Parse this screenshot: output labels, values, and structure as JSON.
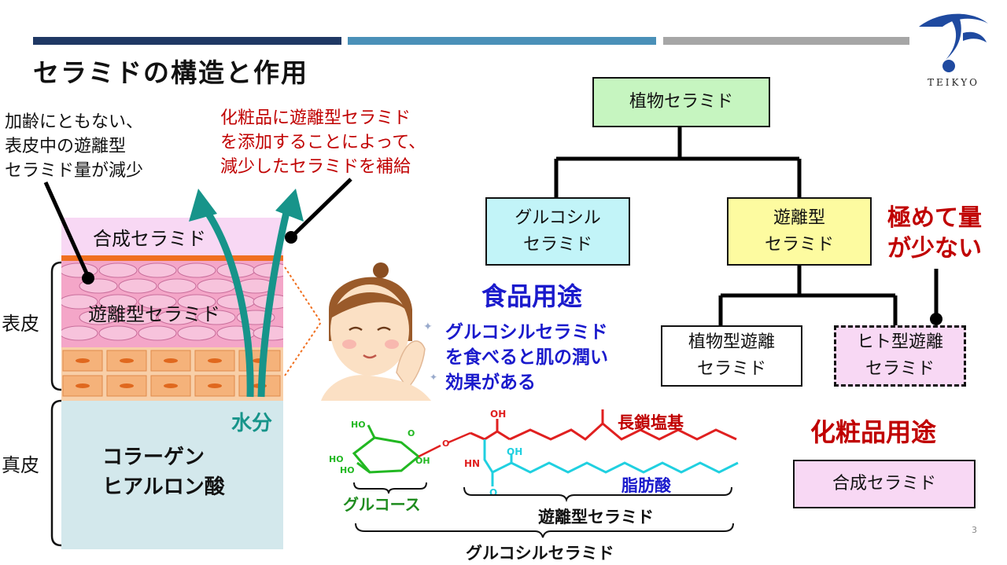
{
  "slide": {
    "title": "セラミドの構造と作用",
    "page_number": "3",
    "logo_text": "TEIKYO"
  },
  "colors": {
    "bar1": "#1f3864",
    "bar2": "#4a90b8",
    "bar3": "#a6a6a6",
    "teal_arrow": "#17948a",
    "red_text": "#c00000",
    "blue_text": "#1a1acc",
    "green_text": "#1e8c1e"
  },
  "notes": {
    "aging": "加齢にともない、\n表皮中の遊離型\nセラミド量が減少",
    "cosmetic": "化粧品に遊離型セラミド\nを添加することによって、\n減少したセラミドを補給"
  },
  "skin": {
    "synthetic_layer": "合成セラミド",
    "free_layer": "遊離型セラミド",
    "epidermis": "表皮",
    "dermis": "真皮",
    "water": "水分",
    "dermis_content": "コラーゲン\nヒアルロン酸"
  },
  "food": {
    "heading": "食品用途",
    "description": "グルコシルセラミド\nを食べると肌の潤い\n効果がある"
  },
  "tree": {
    "root": "植物セラミド",
    "gluco": "グルコシル\nセラミド",
    "free": "遊離型\nセラミド",
    "plant_free": "植物型遊離\nセラミド",
    "human_free": "ヒト型遊離\nセラミド",
    "rare": "極めて量\nが少ない"
  },
  "cosmetic_use": {
    "heading": "化粧品用途",
    "box": "合成セラミド"
  },
  "molecule": {
    "long_chain": "長鎖塩基",
    "fatty_acid": "脂肪酸",
    "glucose": "グルコース",
    "free_ceramide": "遊離型セラミド",
    "glucosyl_ceramide": "グルコシルセラミド",
    "atoms": {
      "oh_top": "OH",
      "ho1": "HO",
      "ho2": "HO",
      "ho3": "HO",
      "oh_g": "OH",
      "o_ring": "O",
      "o_link": "O",
      "hn": "HN",
      "oh_fa": "OH",
      "o_amide": "O"
    }
  }
}
